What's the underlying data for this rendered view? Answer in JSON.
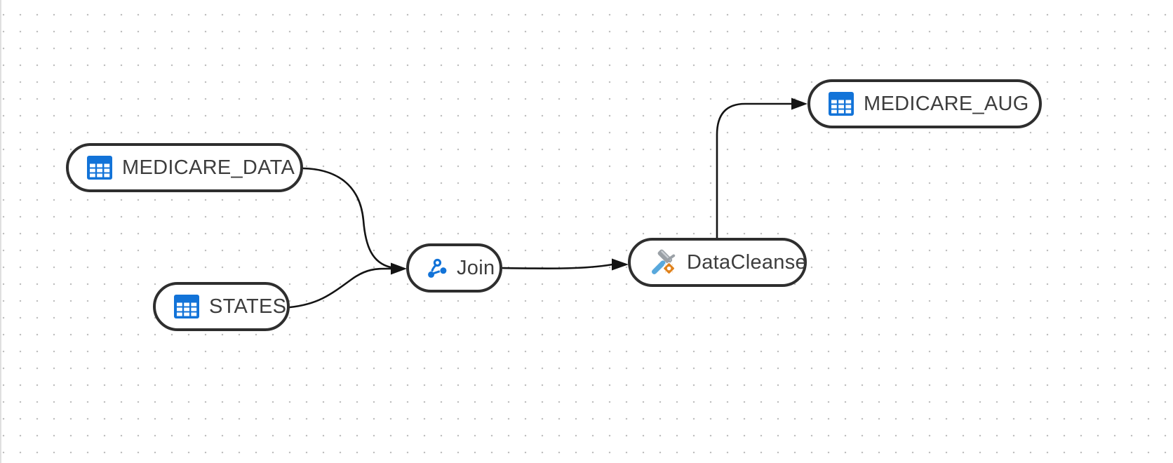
{
  "canvas": {
    "background_color": "#ffffff",
    "dot_color": "#bfbfbf"
  },
  "colors": {
    "table_blue": "#1273d8",
    "node_border": "#2e2e2e",
    "edge": "#141414",
    "text": "#3d3d3d",
    "dot": "#bfbfbf",
    "hammer_handle": "#58a8dc",
    "hammer_head": "#9aa0a6",
    "gear_orange": "#e0821c"
  },
  "nodes": [
    {
      "label": "MEDICARE_DATA",
      "icon": "table-icon"
    },
    {
      "label": "STATES",
      "icon": "table-icon"
    },
    {
      "label": "Join",
      "icon": "join-branch-icon"
    },
    {
      "label": "DataCleanse",
      "icon": "hammer-gear-icon"
    },
    {
      "label": "MEDICARE_AUG",
      "icon": "table-icon"
    }
  ],
  "edges": [
    {
      "from": "MEDICARE_DATA",
      "to": "Join"
    },
    {
      "from": "STATES",
      "to": "Join"
    },
    {
      "from": "Join",
      "to": "DataCleanse"
    },
    {
      "from": "DataCleanse",
      "to": "MEDICARE_AUG"
    }
  ]
}
